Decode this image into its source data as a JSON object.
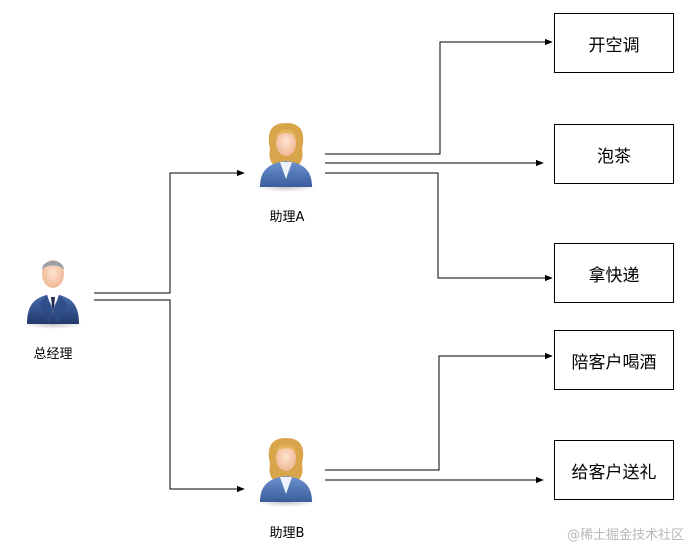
{
  "diagram": {
    "root": {
      "name": "总经理"
    },
    "assistants": [
      {
        "name": "助理A"
      },
      {
        "name": "助理B"
      }
    ],
    "tasks": [
      "开空调",
      "泡茶",
      "拿快递",
      "陪客户喝酒",
      "给客户送礼"
    ],
    "watermark": "@稀土掘金技术社区"
  }
}
